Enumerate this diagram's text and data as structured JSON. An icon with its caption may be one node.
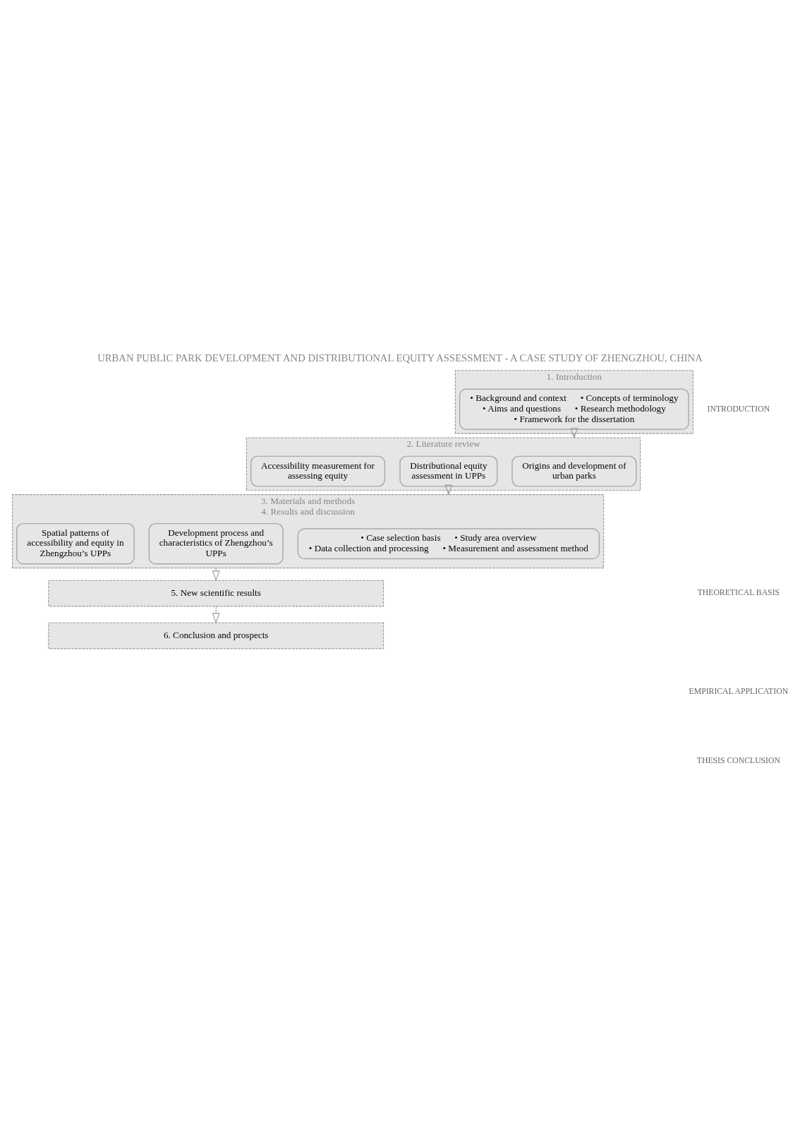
{
  "diagram": {
    "title": "URBAN PUBLIC PARK DEVELOPMENT AND DISTRIBUTIONAL EQUITY ASSESSMENT - A CASE STUDY OF ZHENGZHOU, CHINA",
    "nodes": [
      {
        "text": [
          "1. Introduction"
        ]
      },
      {
        "text": [
          "• Background and context",
          "• Concepts of terminology",
          "• Aims and questions",
          "• Research methodology",
          "• Framework for the dissertation"
        ],
        "in": 0
      },
      {
        "text": [
          "2. Literature review"
        ]
      },
      {
        "text": [
          "Origins and development of urban parks"
        ],
        "in": 2
      },
      {
        "text": [
          "Distributional equity assessment in UPPs"
        ],
        "in": 2
      },
      {
        "text": [
          "Accessibility measurement for assessing equity"
        ],
        "in": 2
      },
      {
        "text": [
          "3. Materials and methods",
          "4. Results and discussion"
        ]
      },
      {
        "text": [
          "• Case selection basis",
          "• Study area overview",
          "• Data collection and processing",
          "• Measurement and assessment method"
        ],
        "in": 6
      },
      {
        "text": [
          "Development process and characteristics of Zhengzhou’s UPPs"
        ],
        "in": 6
      },
      {
        "text": [
          "Spatial patterns of accessibility and equity in Zhengzhou’s UPPs"
        ],
        "in": 6
      },
      {
        "text": [
          "5. New scientific results"
        ]
      },
      {
        "text": [
          "6. Conclusion and prospects"
        ]
      }
    ],
    "edges": [
      {
        "from": 0,
        "to": 2,
        "arrow": "to",
        "style": "dashed"
      },
      {
        "from": 2,
        "to": 6,
        "arrow": "to",
        "style": "dashed"
      },
      {
        "from": 6,
        "to": 10,
        "arrow": "to",
        "style": "dashed"
      },
      {
        "from": 10,
        "to": 11,
        "arrow": "to",
        "style": "dashed"
      }
    ],
    "labels": [
      "INTRODUCTION",
      "THEORETICAL BASIS",
      "EMPIRICAL APPLICATION",
      "THESIS CONCLUSION"
    ]
  }
}
